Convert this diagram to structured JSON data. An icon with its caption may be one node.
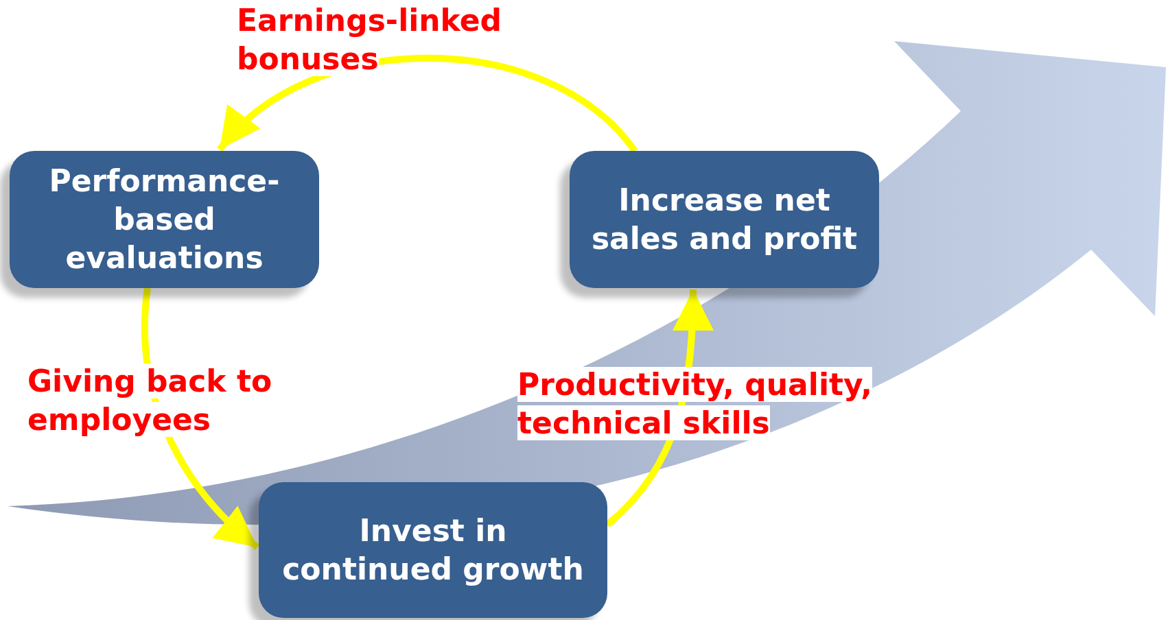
{
  "diagram": {
    "nodes": [
      {
        "text": [
          "Performance-based evaluations"
        ]
      },
      {
        "text": [
          "Increase net sales and profit"
        ]
      },
      {
        "text": [
          "Invest in continued growth"
        ]
      }
    ],
    "edges": [
      {
        "from": 1,
        "to": 0,
        "arrow": "to",
        "label": "Earnings-linked bonuses"
      },
      {
        "from": 0,
        "to": 2,
        "arrow": "to",
        "label": "Giving back to employees"
      },
      {
        "from": 2,
        "to": 1,
        "arrow": "to",
        "label": "Productivity, quality, technical skills"
      }
    ]
  }
}
